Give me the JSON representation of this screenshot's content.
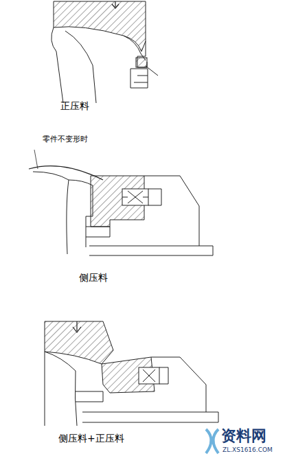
{
  "diagram": {
    "labels": [
      "正压料",
      "零件不变形时",
      "侧压料",
      "侧压料+正压料",
      "资料网",
      "ZL.XS1616.COM"
    ]
  }
}
